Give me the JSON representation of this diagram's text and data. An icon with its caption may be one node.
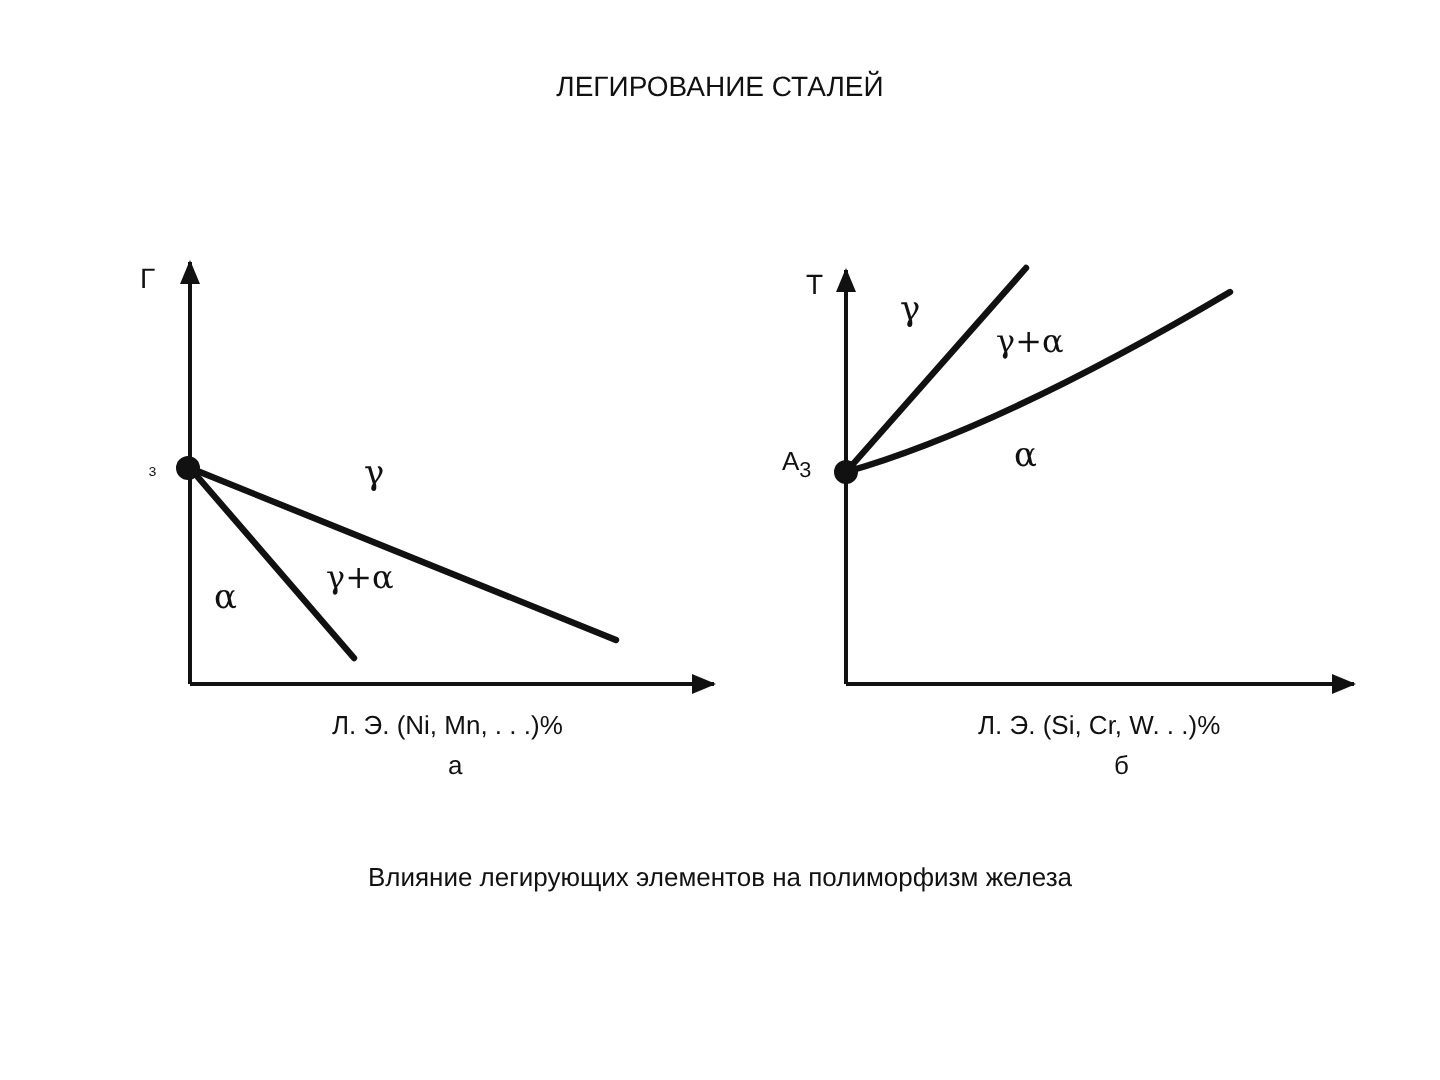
{
  "diagram": {
    "title": "ЛЕГИРОВАНИЕ СТАЛЕЙ",
    "caption": "Влияние легирующих элементов на полиморфизм железа",
    "labels": [
      "Г",
      "₃",
      "γ",
      "γ+α",
      "α",
      "Л. Э. (Ni, Mn, . . .)%",
      "а",
      "Т",
      "γ",
      "γ+α",
      "A$_{3}$",
      "α",
      "Л. Э. (Si, Cr, W. . .)%",
      "б"
    ]
  }
}
